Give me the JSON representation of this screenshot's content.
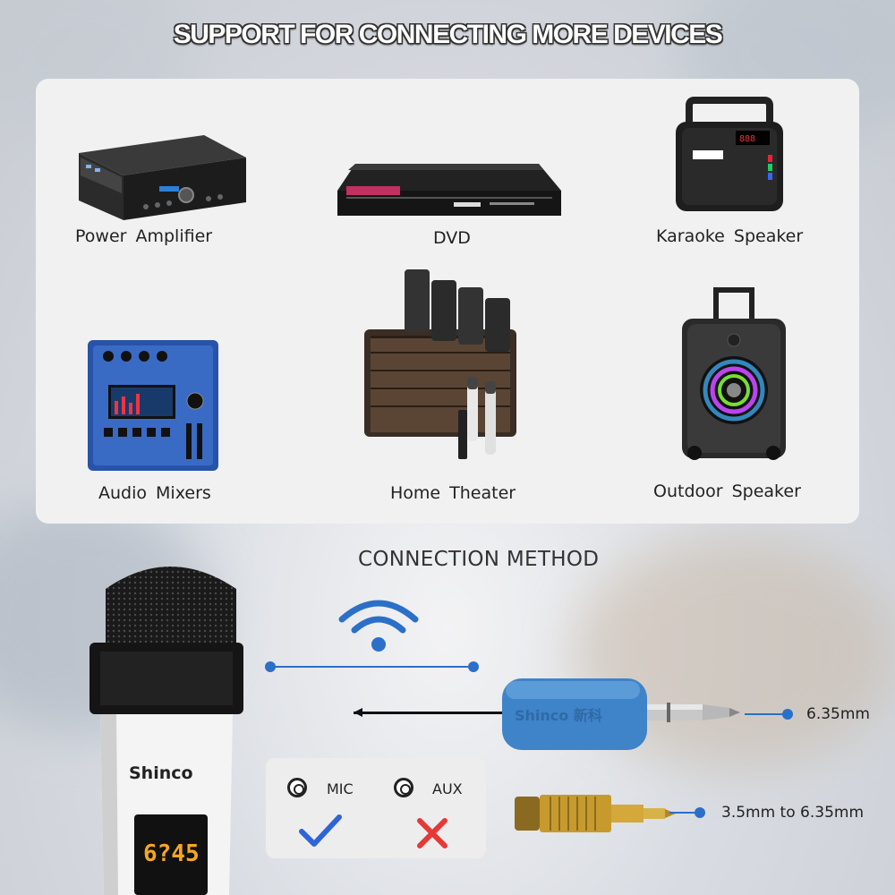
{
  "title": "SUPPORT FOR CONNECTING MORE DEVICES",
  "devices": [
    {
      "label": "Power  Amplifier"
    },
    {
      "label": "DVD"
    },
    {
      "label": "Karaoke  Speaker"
    },
    {
      "label": "Audio Mixers"
    },
    {
      "label": "Home  Theater"
    },
    {
      "label": "Outdoor  Speaker"
    }
  ],
  "connection": {
    "title": "CONNECTION METHOD",
    "plug1": "6.35mm",
    "plug2": "3.5mm to 6.35mm",
    "mode_mic": "MIC",
    "mode_aux": "AUX"
  },
  "mic_brand": "Shinco",
  "mic_display": "6?45",
  "receiver_brand": "Shinco 新科",
  "colors": {
    "accent": "#2c6fc9",
    "check": "#2f64d8",
    "cross": "#e53935",
    "receiver": "#3f83c9"
  }
}
